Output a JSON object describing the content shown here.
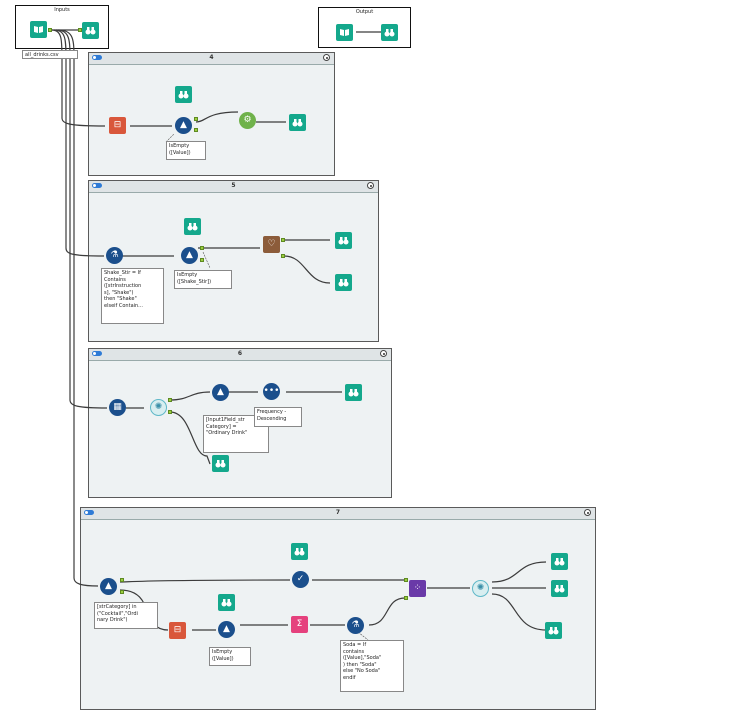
{
  "boxes": {
    "inputs": {
      "title": "Inputs"
    },
    "output": {
      "title": "Output"
    }
  },
  "file_label": "all_drinks.csv",
  "containers": [
    {
      "title": "4"
    },
    {
      "title": "5"
    },
    {
      "title": "6"
    },
    {
      "title": "7"
    }
  ],
  "annotations": {
    "c4_filter": "IsEmpty\n([Value])",
    "c5_formula": "Shake_Stir = If\nContains\n([strInstruction\ns], \"Shake\")\nthen \"Shake\"\nelseif Contain...",
    "c5_filter": "IsEmpty\n([Shake_Stir])",
    "c6_filter": "[Input1Field_str\nCategory] =\n\"Ordinary Drink\"",
    "c6_sort": "Frequency -\nDescending",
    "c7_filter_main": "[strCategory] in\n(\"Cocktail\",\"Ordi\nnary Drink\")",
    "c7_filter_sub": "IsEmpty\n([Value])",
    "c7_formula": "Soda = If\ncontains\n([Value],\"Soda\"\n) then \"Soda\"\nelse \"No Soda\"\nendif"
  },
  "icons": {
    "input": "book-icon",
    "browse": "binoculars-icon",
    "text_to_columns": "text-to-columns-icon",
    "filter": "filter-icon",
    "formula": "formula-icon",
    "summarize": "summarize-icon",
    "unique": "unique-icon",
    "join": "join-icon",
    "sort": "sort-icon",
    "transpose": "transpose-icon",
    "cross_tab": "cross-tab-icon",
    "record_id": "record-id-icon",
    "spatial": "gear-icon",
    "sample": "sample-icon"
  },
  "colors": {
    "browse": "#14a88c",
    "filter": "#1b4f8c",
    "text_to_columns": "#d9573b",
    "join": "#6a3aa8",
    "summarize": "#e5417d",
    "container_bg": "#eef2f3",
    "connection": "#3c3c3c",
    "anchor": "#9ccf3d"
  }
}
